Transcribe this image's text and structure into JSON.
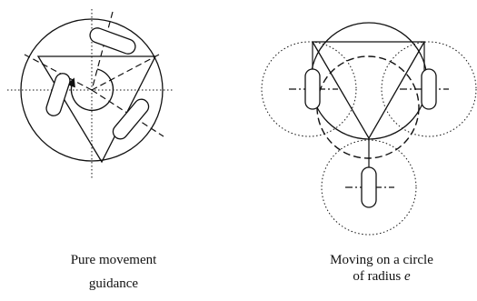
{
  "figure": {
    "left_panel": {
      "caption_line1": "Pure movement",
      "caption_line2": "guidance"
    },
    "right_panel": {
      "caption_line1": "Moving on a circle",
      "caption_line2": "of radius",
      "radius_symbol": "e"
    }
  },
  "colors": {
    "stroke": "#111111",
    "fill": "#ffffff"
  }
}
